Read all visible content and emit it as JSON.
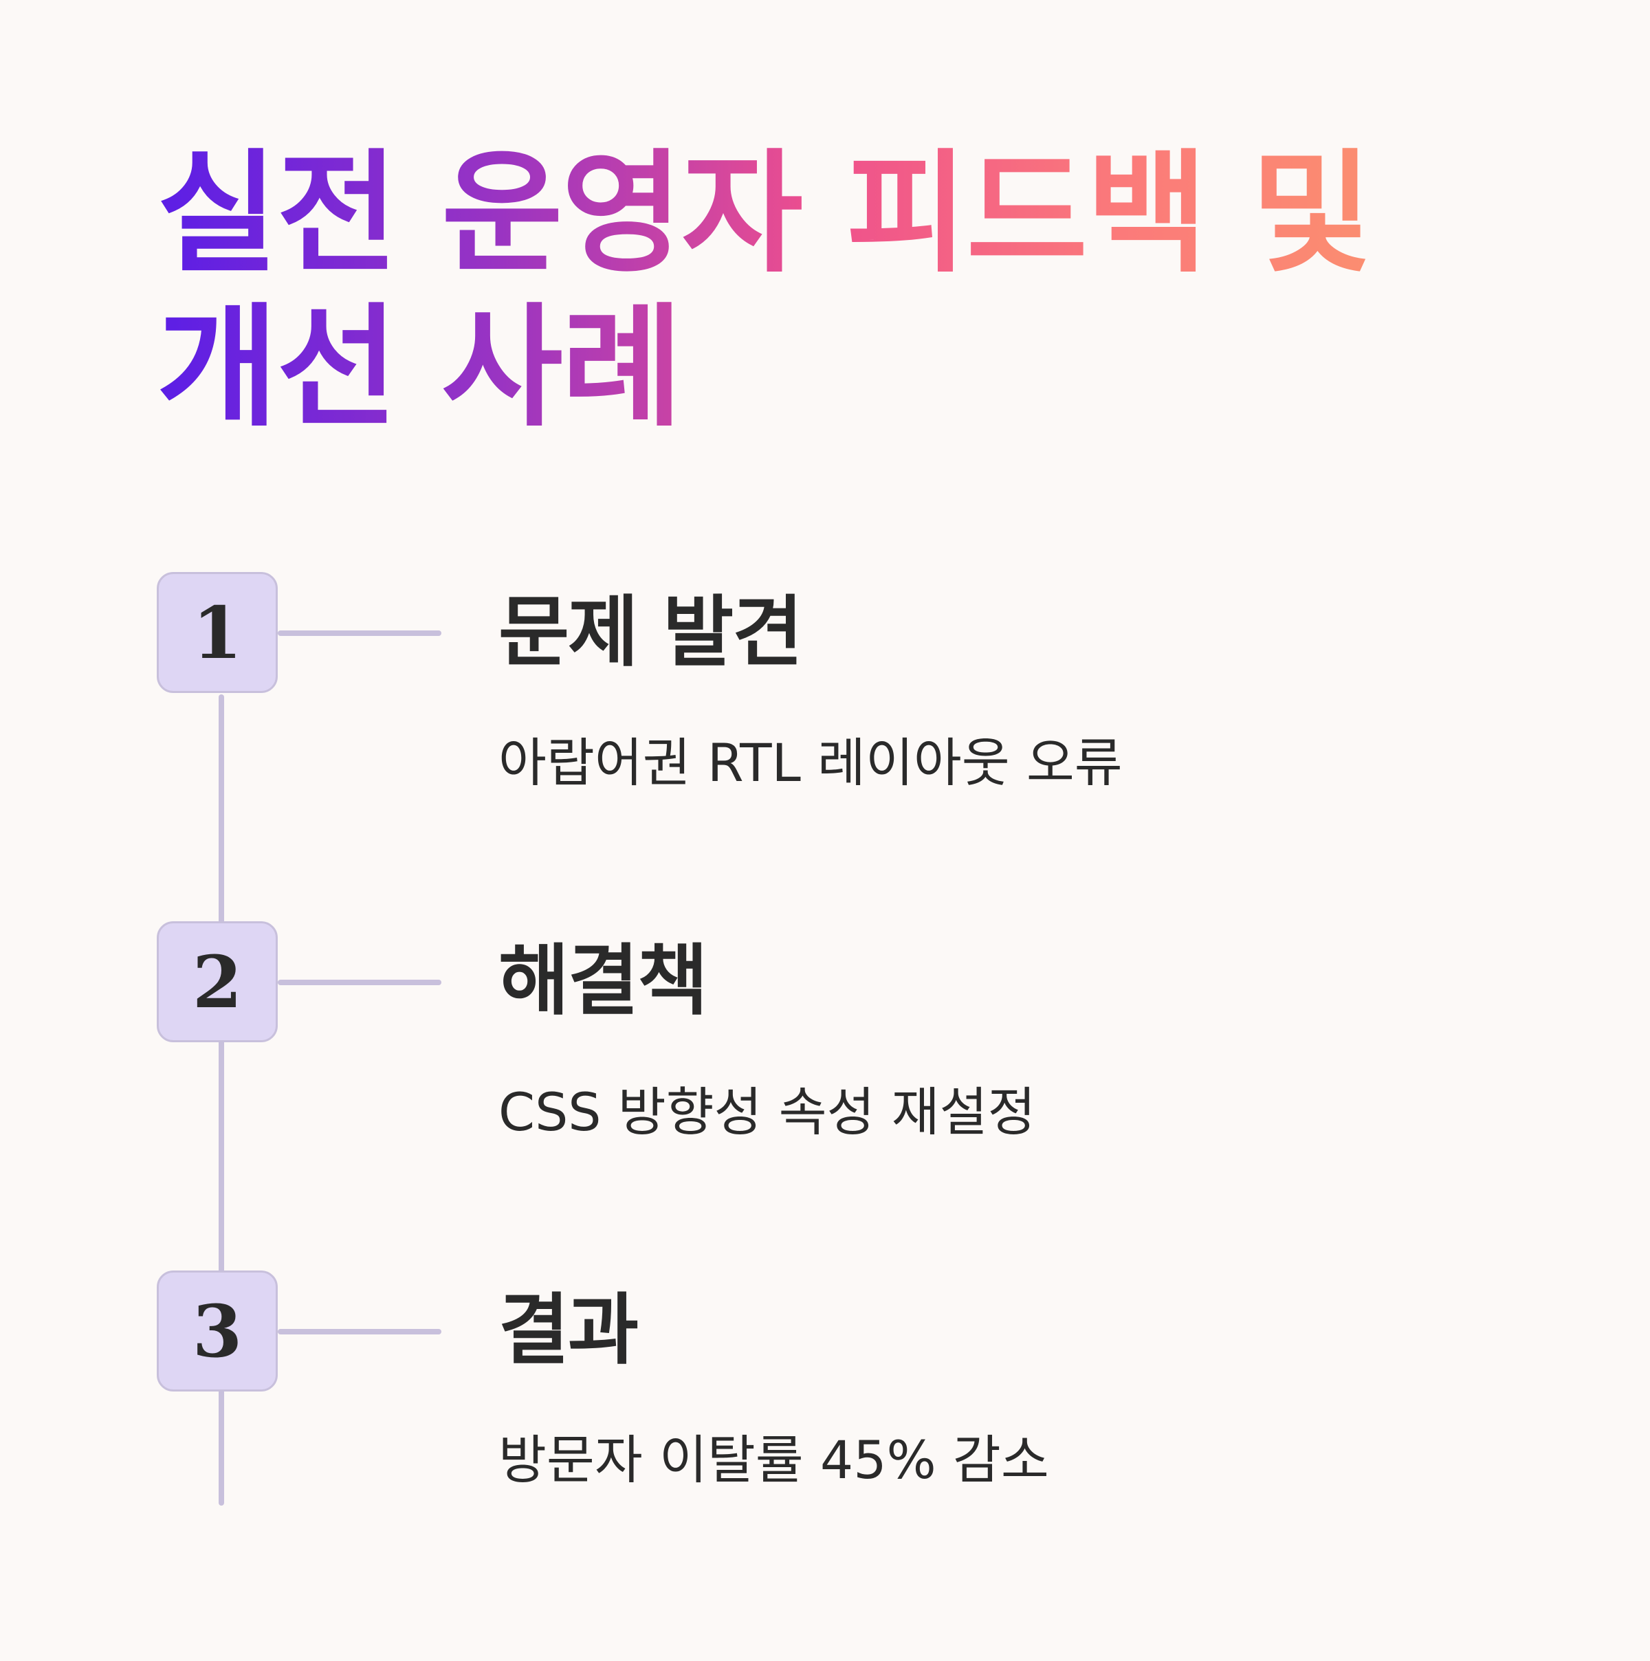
{
  "title": "실전 운영자 피드백 및 개선 사례",
  "steps": [
    {
      "number": "1",
      "title": "문제 발견",
      "description": "아랍어권 RTL 레이아웃 오류"
    },
    {
      "number": "2",
      "title": "해결책",
      "description": "CSS 방향성 속성 재설정"
    },
    {
      "number": "3",
      "title": "결과",
      "description": "방문자 이탈률 45% 감소"
    }
  ],
  "colors": {
    "background": "#fcf9f7",
    "title_gradient": [
      "#5b1ee6",
      "#9a34c2",
      "#ee4f8d",
      "#fb7a7a",
      "#fb9a6a"
    ],
    "badge_fill": "#ded6f4",
    "line": "#c8c0dc",
    "text": "#2a2a2a"
  }
}
